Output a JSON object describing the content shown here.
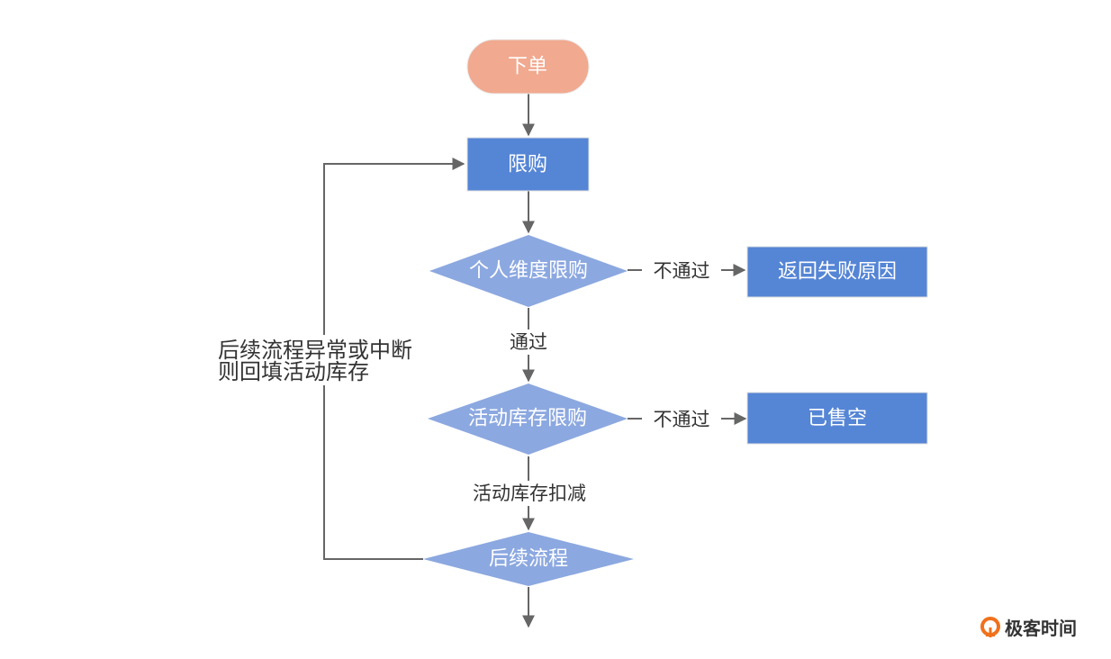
{
  "nodes": {
    "start": {
      "label": "下单",
      "color": "#F1A98F",
      "shape": "rounded-terminal"
    },
    "limit": {
      "label": "限购",
      "color": "#5585D5",
      "shape": "rectangle"
    },
    "personal_check": {
      "label": "个人维度限购",
      "color": "#8CA8E0",
      "shape": "diamond"
    },
    "return_fail": {
      "label": "返回失败原因",
      "color": "#5585D5",
      "shape": "rectangle"
    },
    "stock_check": {
      "label": "活动库存限购",
      "color": "#8CA8E0",
      "shape": "diamond"
    },
    "sold_out": {
      "label": "已售空",
      "color": "#5585D5",
      "shape": "rectangle"
    },
    "follow_up": {
      "label": "后续流程",
      "color": "#8CA8E0",
      "shape": "diamond"
    }
  },
  "edges": {
    "personal_fail": {
      "label": "不通过",
      "from": "personal_check",
      "to": "return_fail"
    },
    "personal_pass": {
      "label": "通过",
      "from": "personal_check",
      "to": "stock_check"
    },
    "stock_fail": {
      "label": "不通过",
      "from": "stock_check",
      "to": "sold_out"
    },
    "stock_deduct": {
      "label": "活动库存扣减",
      "from": "stock_check",
      "to": "follow_up"
    },
    "rollback": {
      "from": "follow_up",
      "to": "limit"
    }
  },
  "side_note": {
    "line1": "后续流程异常或中断",
    "line2": "则回填活动库存"
  },
  "brand": {
    "name": "极客时间",
    "color": "#F0711C"
  },
  "colors": {
    "edge": "#666666",
    "text_dark": "#333333"
  }
}
